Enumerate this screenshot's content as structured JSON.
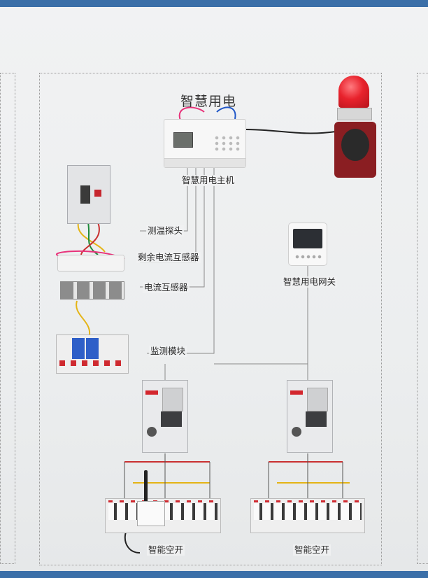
{
  "title": "智慧用电",
  "labels": {
    "host": "智慧用电主机",
    "temp_probe": "测温探头",
    "residual_ct": "剩余电流互感器",
    "current_ct": "电流互感器",
    "gateway": "智慧用电网关",
    "monitor_module": "监测模块",
    "smart_switch_left": "智能空开",
    "smart_switch_right": "智能空开"
  },
  "colors": {
    "board": "#eeeff0",
    "frame": "#3b6fa8",
    "alarm_red": "#e8222c",
    "breaker_blue": "#2e5fc8",
    "line": "#8a8a8a"
  }
}
